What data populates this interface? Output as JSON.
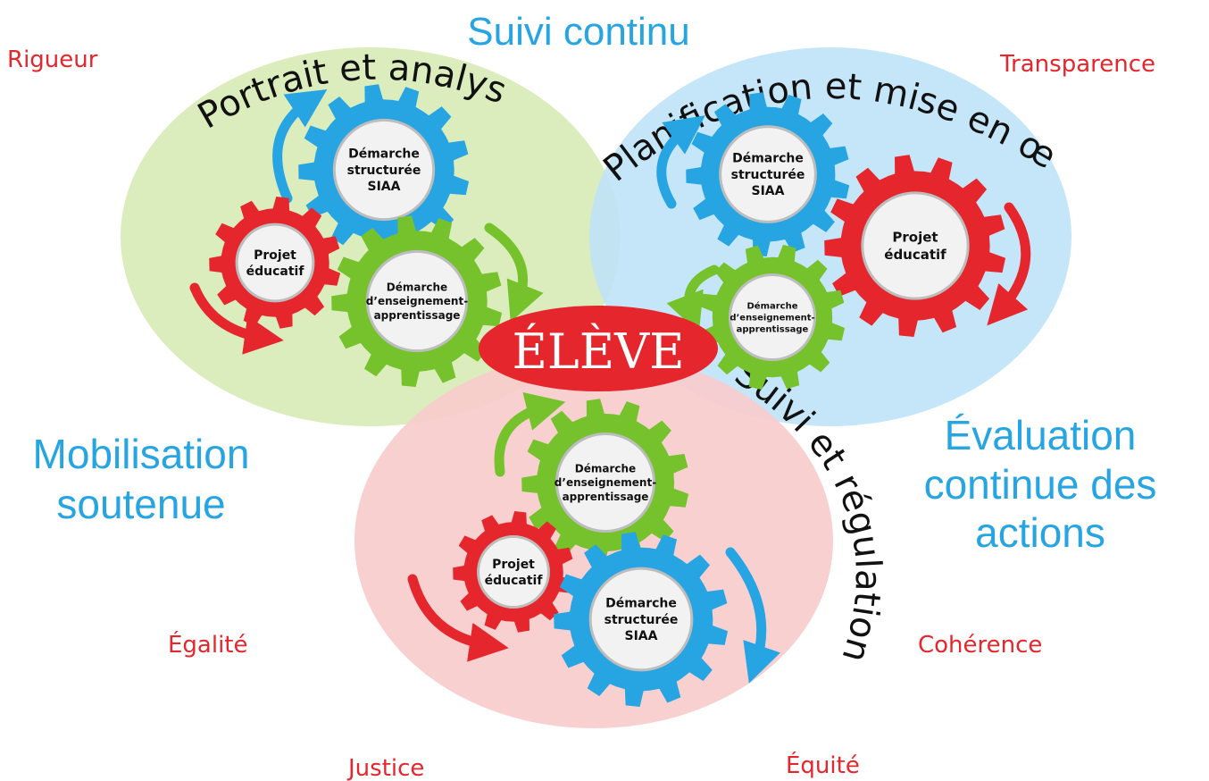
{
  "colors": {
    "red": "#e6262d",
    "blue": "#27a5e3",
    "green": "#76c22c",
    "bubble_green": "#d7eab6",
    "bubble_blue": "#bfe3f7",
    "bubble_red": "#f8cbcb"
  },
  "headings": {
    "suivi_continu": "Suivi continu",
    "mobilisation_line1": "Mobilisation",
    "mobilisation_line2": "soutenue",
    "evaluation_line1": "Évaluation",
    "evaluation_line2": "continue des",
    "evaluation_line3": "actions"
  },
  "values": {
    "rigueur": "Rigueur",
    "transparence": "Transparence",
    "egalite": "Égalité",
    "coherence": "Cohérence",
    "justice": "Justice",
    "equite": "Équité"
  },
  "phases": {
    "portrait": "Portrait et analyse",
    "planification": "Planification et mise en œuvre",
    "suivi_regulation": "Suivi et régulation"
  },
  "center": {
    "label": "ÉLÈVE"
  },
  "gears": {
    "siaa": [
      "Démarche",
      "structurée",
      "SIAA"
    ],
    "projet": [
      "Projet",
      "éducatif"
    ],
    "dea": [
      "Démarche",
      "d’enseignement-",
      "apprentissage"
    ]
  }
}
